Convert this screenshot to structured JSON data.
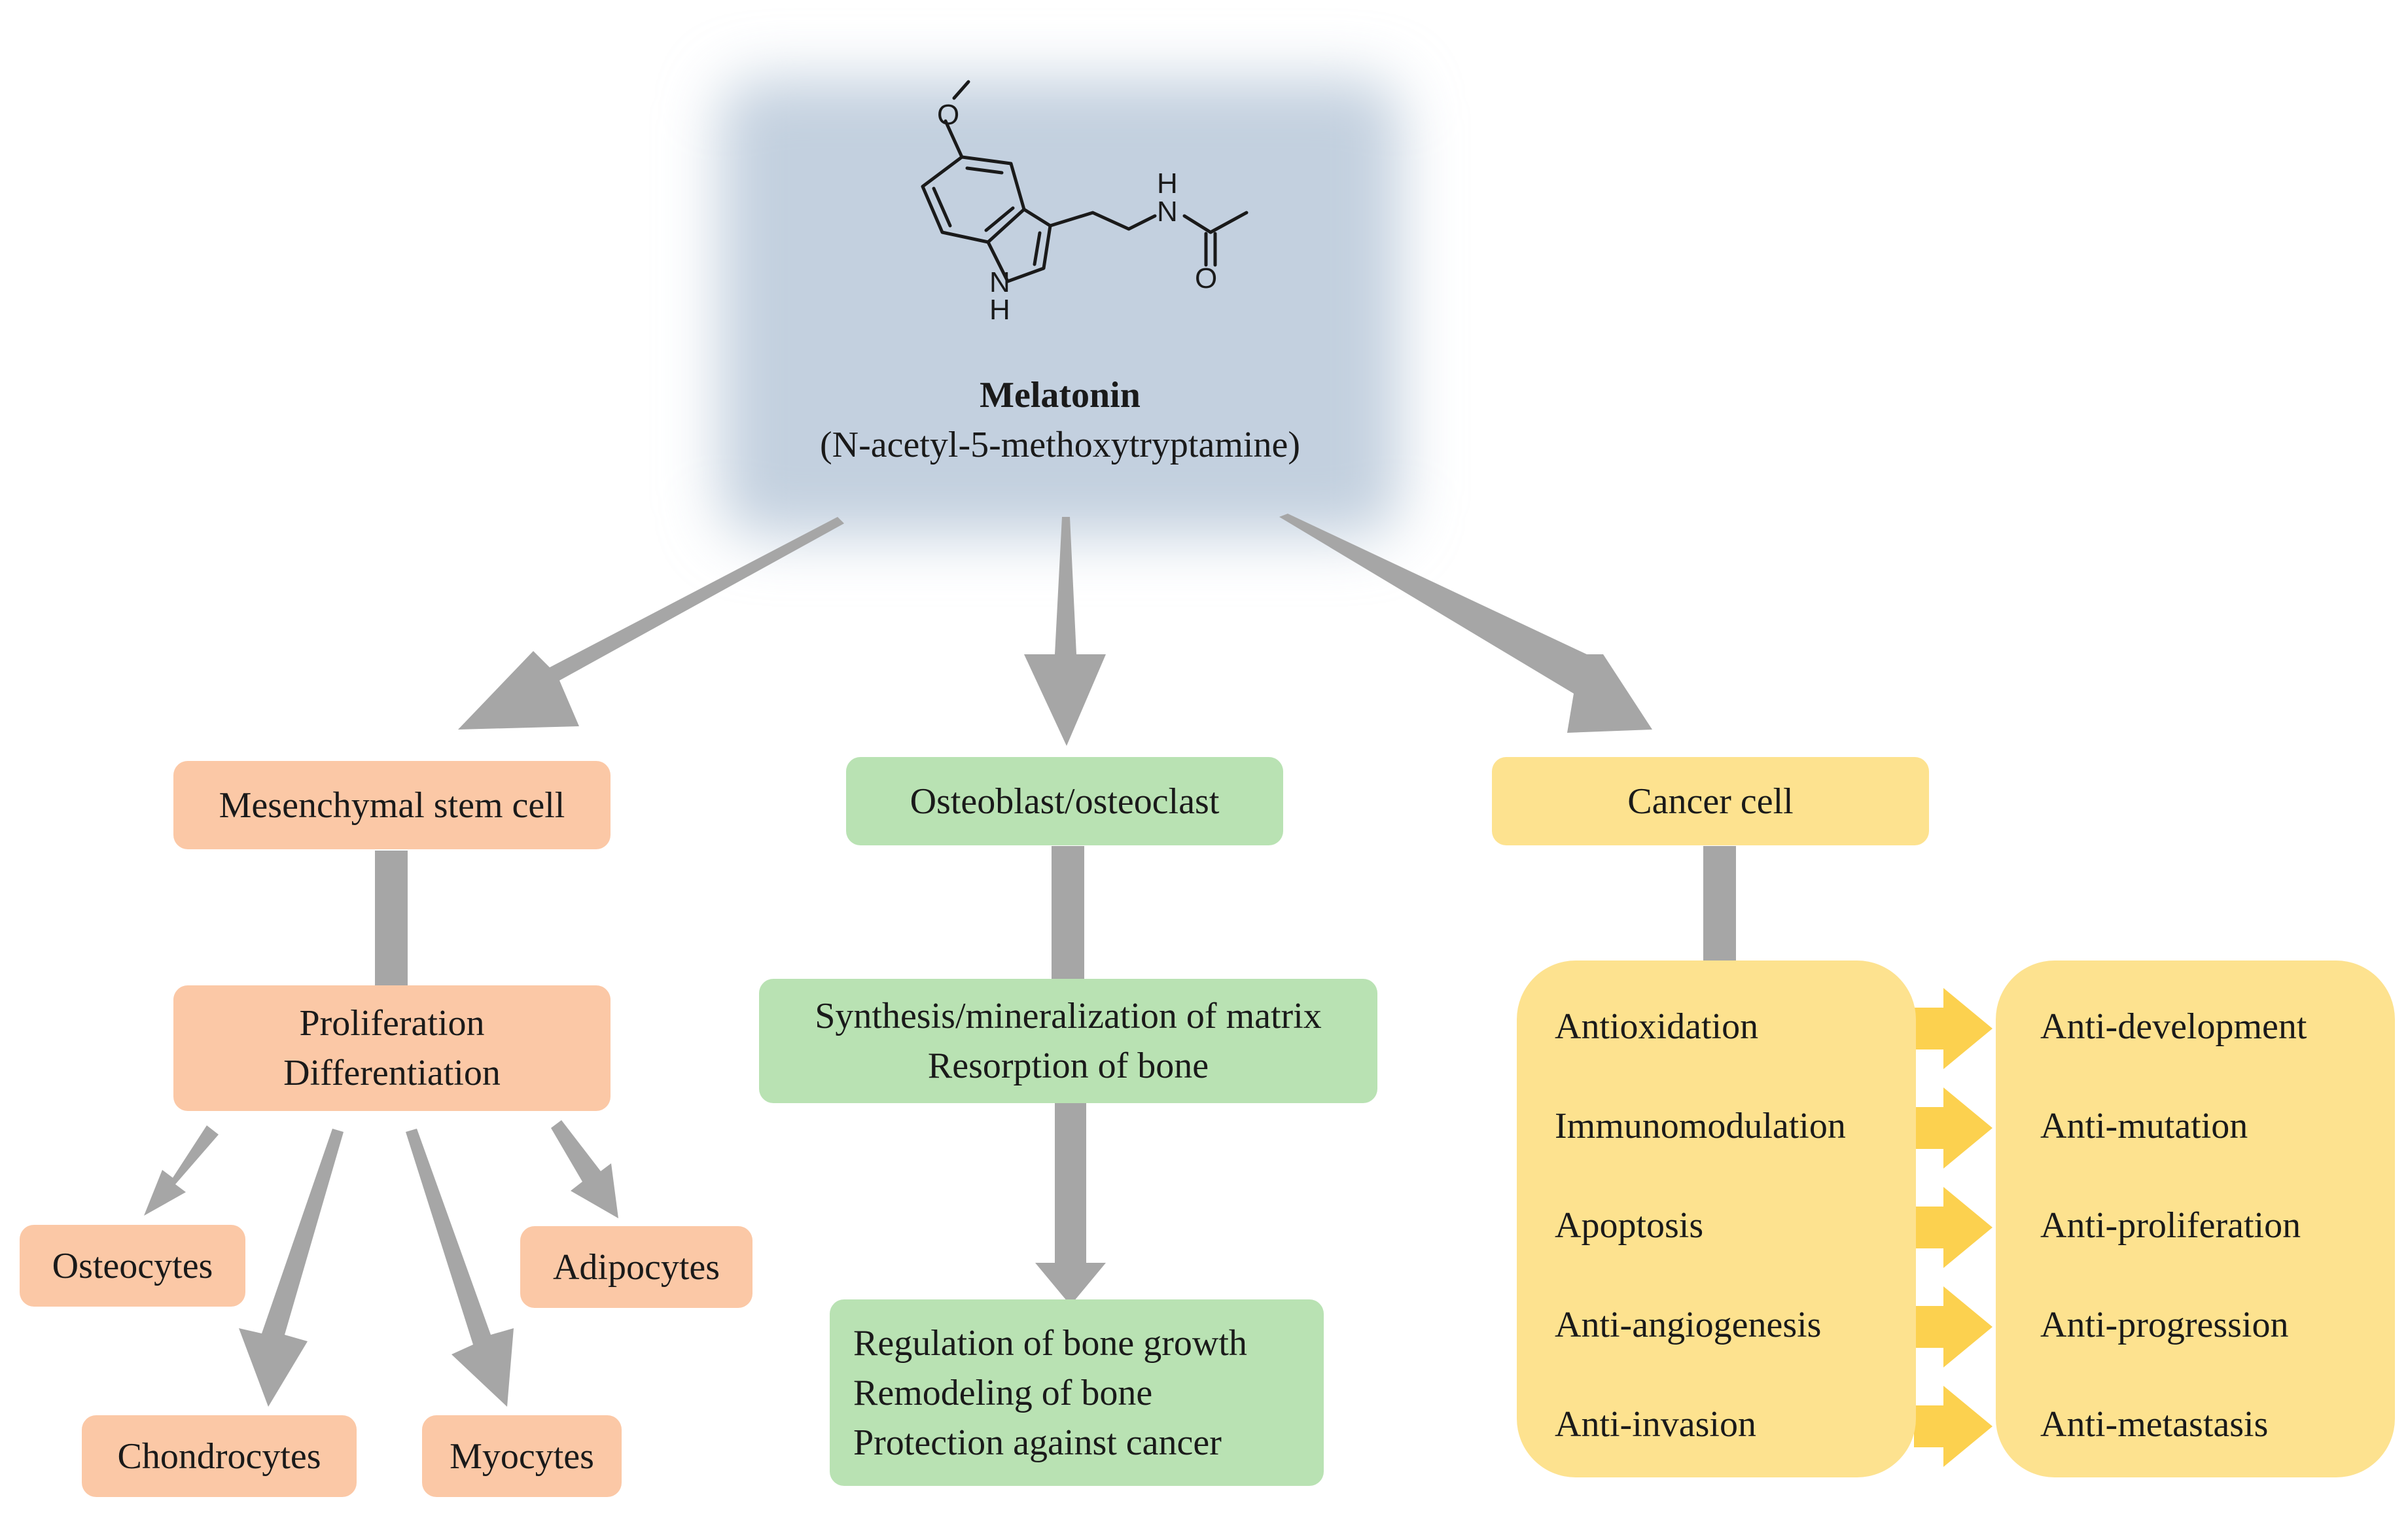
{
  "colors": {
    "molecule_glow": "#c3d0df",
    "arrow": "#a6a6a6",
    "stem_branch": "#fbc8a6",
    "bone_branch": "#b9e2b3",
    "cancel_branch": "#fde28f",
    "effect_arrow": "#fcd14f"
  },
  "molecule": {
    "name": "Melatonin",
    "iupac": "(N-acetyl-5-methoxytryptamine)",
    "atoms": {
      "oxygen_methoxy": "O",
      "amide_h": "H",
      "amide_n": "N",
      "carbonyl_o": "O",
      "indole_n": "N",
      "indole_h": "H"
    }
  },
  "stem_branch": {
    "root": "Mesenchymal stem cell",
    "process": [
      "Proliferation",
      "Differentiation"
    ],
    "fates": {
      "osteocytes": "Osteocytes",
      "adipocytes": "Adipocytes",
      "chondrocytes": "Chondrocytes",
      "myocytes": "Myocytes"
    }
  },
  "bone_branch": {
    "root": "Osteoblast/osteoclast",
    "process": [
      "Synthesis/mineralization of matrix",
      "Resorption of bone"
    ],
    "outcomes": [
      "Regulation of bone growth",
      "Remodeling of bone",
      "Protection against cancer"
    ]
  },
  "cancer_branch": {
    "root": "Cancer cell",
    "mechanisms": [
      "Antioxidation",
      "Immunomodulation",
      "Apoptosis",
      "Anti-angiogenesis",
      "Anti-invasion"
    ],
    "effects": [
      "Anti-development",
      "Anti-mutation",
      "Anti-proliferation",
      "Anti-progression",
      "Anti-metastasis"
    ]
  }
}
